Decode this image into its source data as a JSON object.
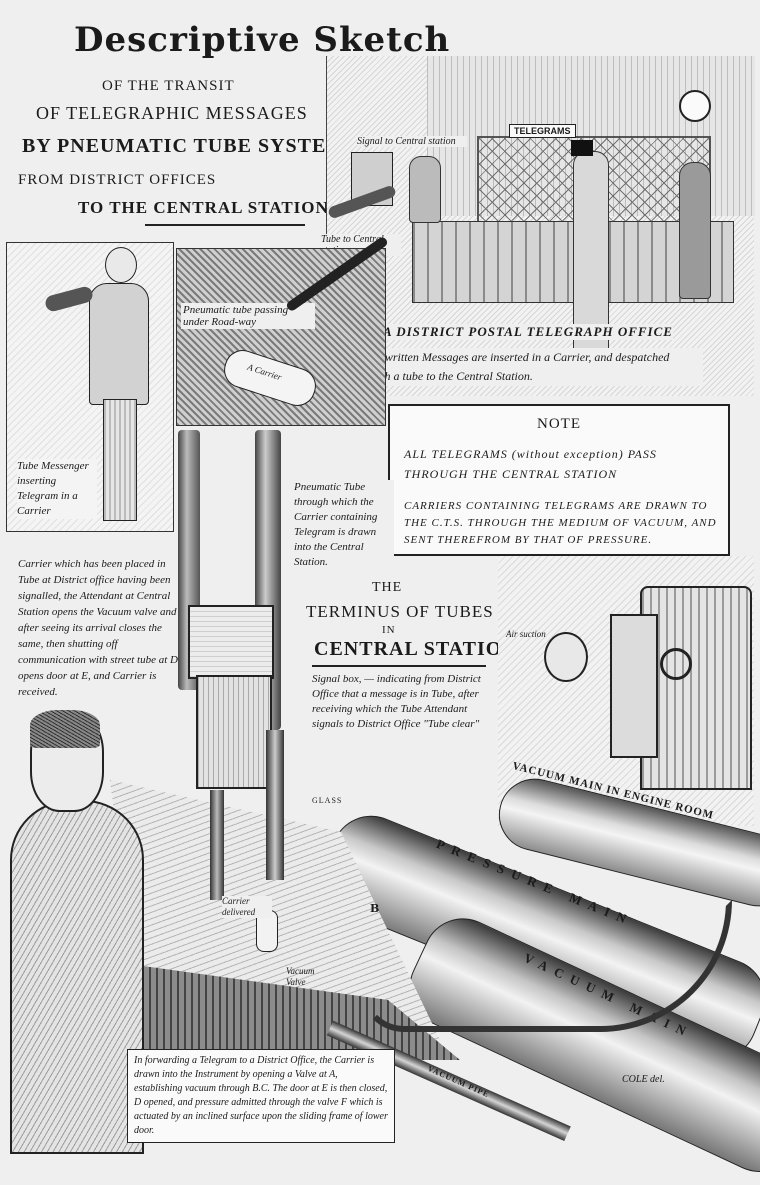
{
  "title": {
    "main": "Descriptive Sketch",
    "line1": "OF THE TRANSIT",
    "line2": "OF TELEGRAPHIC MESSAGES",
    "line3": "BY PNEUMATIC TUBE SYSTEM",
    "line4": "FROM DISTRICT OFFICES",
    "line5": "TO THE CENTRAL STATION"
  },
  "office_scene": {
    "sign": "TELEGRAMS",
    "label_signal": "Signal to Central station",
    "label_tube": "Tube to Central station",
    "caption_head": "A DISTRICT POSTAL TELEGRAPH OFFICE",
    "caption_body": "where written Messages are inserted in a Carrier, and despatched through a tube to the Central Station."
  },
  "road_scene": {
    "label_tube": "Pneumatic tube passing under Road-way",
    "label_carrier": "A Carrier"
  },
  "messenger": {
    "caption": "Tube Messenger inserting Telegram in a Carrier"
  },
  "note": {
    "heading": "NOTE",
    "para1": "ALL TELEGRAMS (without exception) PASS THROUGH THE CENTRAL STATION",
    "para2": "CARRIERS CONTAINING TELEGRAMS ARE DRAWN TO THE C.T.S. THROUGH THE MEDIUM OF VACUUM, AND SENT THEREFROM BY THAT OF PRESSURE."
  },
  "central": {
    "left_text": "Carrier which has been placed in Tube at District office having been signalled, the Attendant at Central Station opens the Vacuum valve and after seeing its arrival closes the same, then shutting off communication with street tube at D, opens door at E, and Carrier is received.",
    "tube_label": "Pneumatic Tube through which the Carrier containing Telegram is drawn into the Central Station.",
    "heading_the": "THE",
    "heading_terminus": "TERMINUS OF TUBES",
    "heading_in": "IN",
    "heading_station": "CENTRAL STATION",
    "signal_box": "Signal box, — indicating from District Office that a message is in Tube, after receiving which the Tube Attendant signals to District Office \"Tube clear\"",
    "air_suction": "Air suction",
    "vacuum_main_engine": "VACUUM MAIN IN ENGINE ROOM",
    "pressure_main": "PRESSURE MAIN",
    "vacuum_main": "VACUUM MAIN",
    "glass": "GLASS",
    "carrier_delivered": "Carrier delivered",
    "vacuum_valve": "Vacuum Valve",
    "vacuum_pipe": "VACUUM PIPE",
    "letter_b": "B",
    "signature": "COLE del."
  },
  "bottom_note": {
    "text": "In forwarding a Telegram to a District Office, the Carrier is drawn into the Instrument by opening a Valve at A, establishing vacuum through B.C. The door at E is then closed, D opened, and pressure admitted through the valve F which is actuated by an inclined surface upon the sliding frame of lower door."
  }
}
